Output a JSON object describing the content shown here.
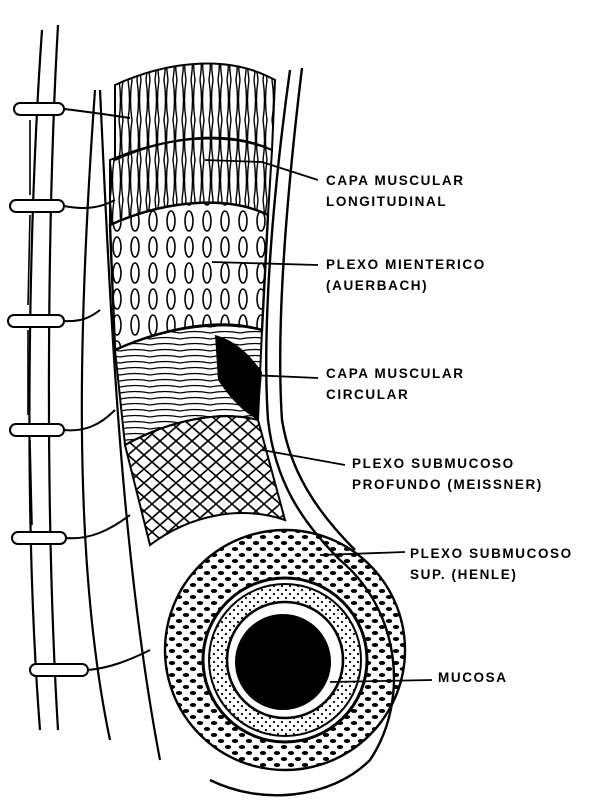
{
  "labels": {
    "capa_longitudinal": [
      "CAPA MUSCULAR",
      "LONGITUDINAL"
    ],
    "plexo_mienterico": [
      "PLEXO MIENTERICO",
      "(AUERBACH)"
    ],
    "capa_circular": [
      "CAPA MUSCULAR",
      "CIRCULAR"
    ],
    "plexo_submucoso_profundo": [
      "PLEXO SUBMUCOSO",
      "PROFUNDO (MEISSNER)"
    ],
    "plexo_submucoso_superficial": [
      "PLEXO SUBMUCOSO",
      "SUP.   (HENLE)"
    ],
    "mucosa": [
      "MUCOSA"
    ]
  },
  "colors": {
    "ink": "#000000",
    "paper": "#ffffff"
  }
}
